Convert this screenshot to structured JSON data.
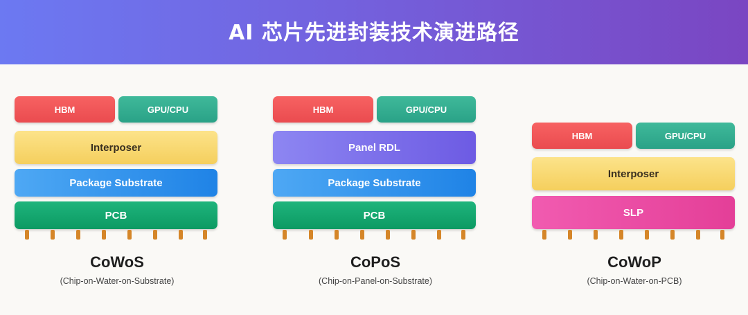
{
  "title": "AI 芯片先进封装技术演进路径",
  "packages": [
    {
      "name": "CoWoS",
      "full": "(Chip-on-Water-on-Substrate)",
      "hbm": "HBM",
      "gpu": "GPU/CPU",
      "layer1": "Interposer",
      "layer2": "Package Substrate",
      "layer3": "PCB"
    },
    {
      "name": "CoPoS",
      "full": "(Chip-on-Panel-on-Substrate)",
      "hbm": "HBM",
      "gpu": "GPU/CPU",
      "layer1": "Panel RDL",
      "layer2": "Package Substrate",
      "layer3": "PCB"
    },
    {
      "name": "CoWoP",
      "full": "(Chip-on-Water-on-PCB)",
      "hbm": "HBM",
      "gpu": "GPU/CPU",
      "layer1": "Interposer",
      "layer2": "SLP"
    }
  ],
  "colors": {
    "hbm": "#ef5555",
    "gpu": "#33ae91",
    "interposer": "#f8d874",
    "panel_rdl": "#7d70ea",
    "package_substrate": "#3796ed",
    "pcb": "#15a770",
    "slp": "#ea4da4",
    "pin": "#d58629"
  }
}
